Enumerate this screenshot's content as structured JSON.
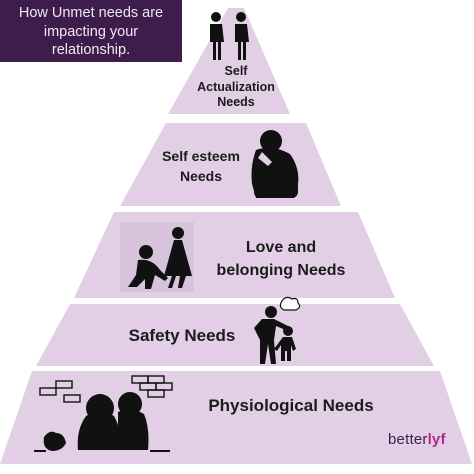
{
  "title": {
    "line1": "How Unmet needs are",
    "line2": "impacting your",
    "line3": "relationship."
  },
  "tiers": [
    {
      "label_line1": "Self",
      "label_line2": "Actualization",
      "label_line3": "Needs",
      "icon": "two-standing-people-icon"
    },
    {
      "label_line1": "Self esteem",
      "label_line2": "Needs",
      "icon": "person-head-in-hands-icon"
    },
    {
      "label_line1": "Love and",
      "label_line2": "belonging Needs",
      "icon": "kneeling-man-and-walking-woman-icon"
    },
    {
      "label_line1": "Safety Needs",
      "icon": "adult-scolding-child-icon"
    },
    {
      "label_line1": "Physiological Needs",
      "icon": "huddled-people-with-bricks-icon"
    }
  ],
  "brand": {
    "text_main": "better",
    "text_accent": "lyf"
  },
  "colors": {
    "tier_fill": "#e2cfe6",
    "title_bg": "#3e1d4c",
    "title_text": "#f1e8f3",
    "label_text": "#1b1b1b",
    "icon": "#111111",
    "brand": "#3e1d4c",
    "brand_accent": "#b0298a"
  }
}
